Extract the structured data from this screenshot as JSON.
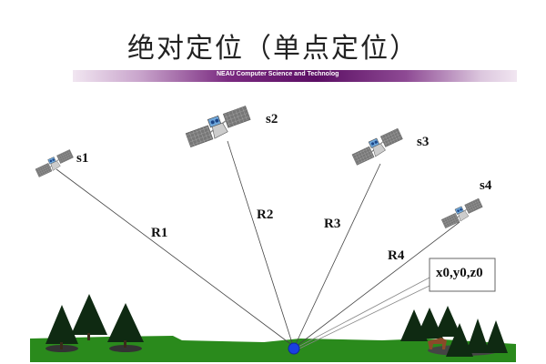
{
  "title": "绝对定位（单点定位）",
  "banner_text": "NEAU Computer Science and Technolog",
  "satellites": [
    "s1",
    "s2",
    "s3",
    "s4"
  ],
  "ranges": [
    "R1",
    "R2",
    "R3",
    "R4"
  ],
  "receiver_label": "x0,y0,z0"
}
